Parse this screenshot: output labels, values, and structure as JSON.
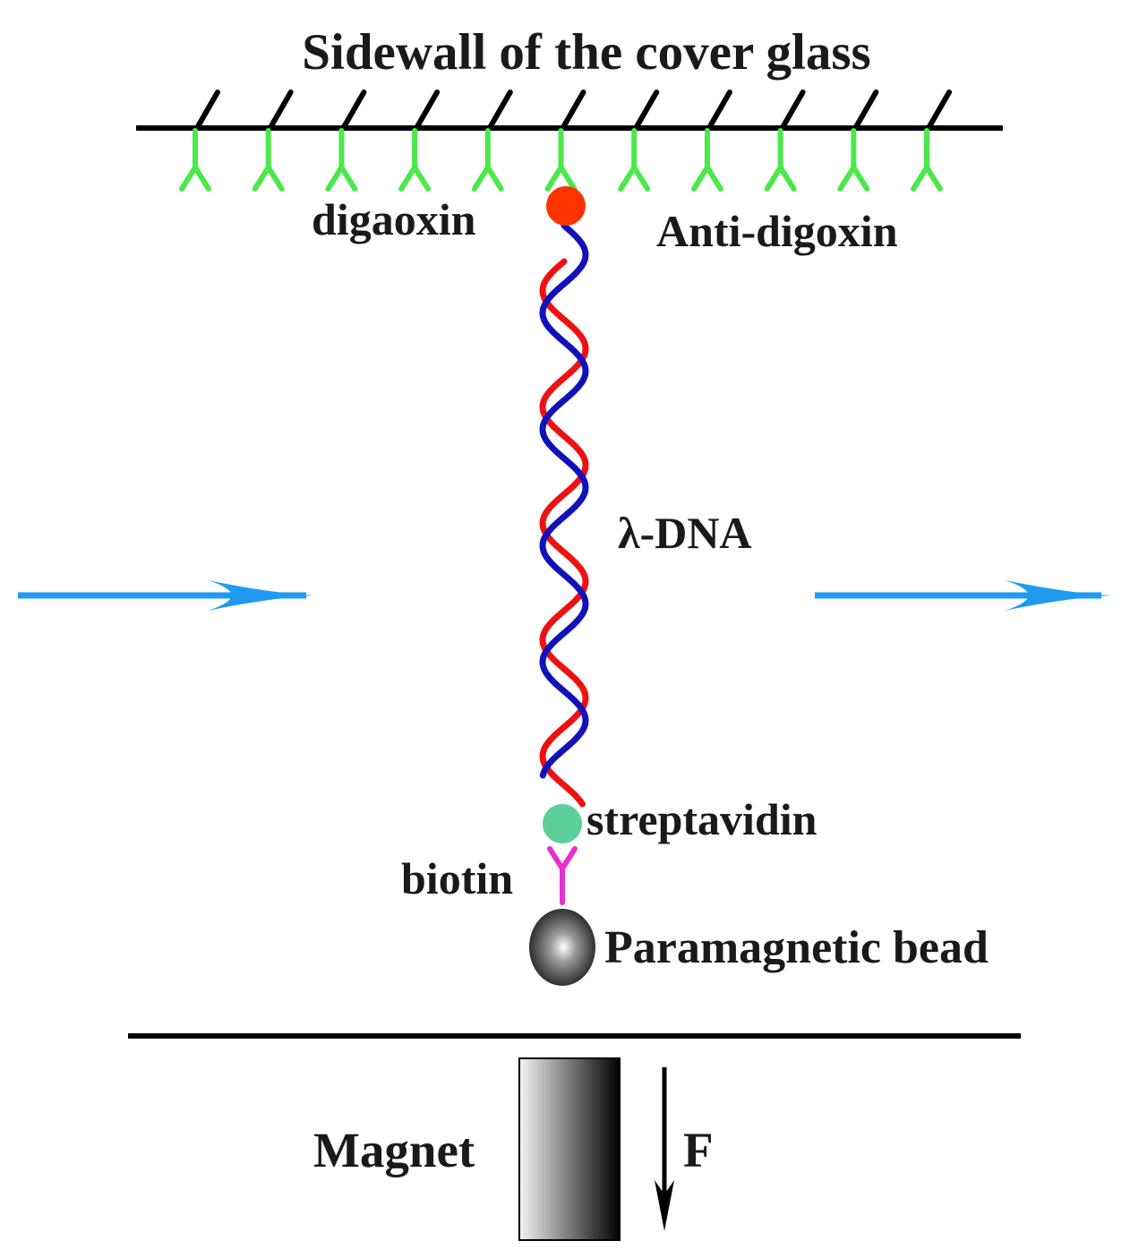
{
  "labels": {
    "title": "Sidewall of the cover glass",
    "digoxin": "digaoxin",
    "anti_digoxin": "Anti-digoxin",
    "dna": "λ-DNA",
    "streptavidin": "streptavidin",
    "biotin": "biotin",
    "bead": "Paramagnetic bead",
    "magnet": "Magnet",
    "force": "F"
  },
  "colors": {
    "line": "#000000",
    "antibody": "#4ae84a",
    "digoxin": "#ff3300",
    "strand_red": "#ee1111",
    "strand_blue": "#1111bb",
    "streptavidin": "#5ccf9c",
    "biotin": "#e82fd0",
    "flow_arrow": "#1e9bf0"
  },
  "antibody_count": 11
}
